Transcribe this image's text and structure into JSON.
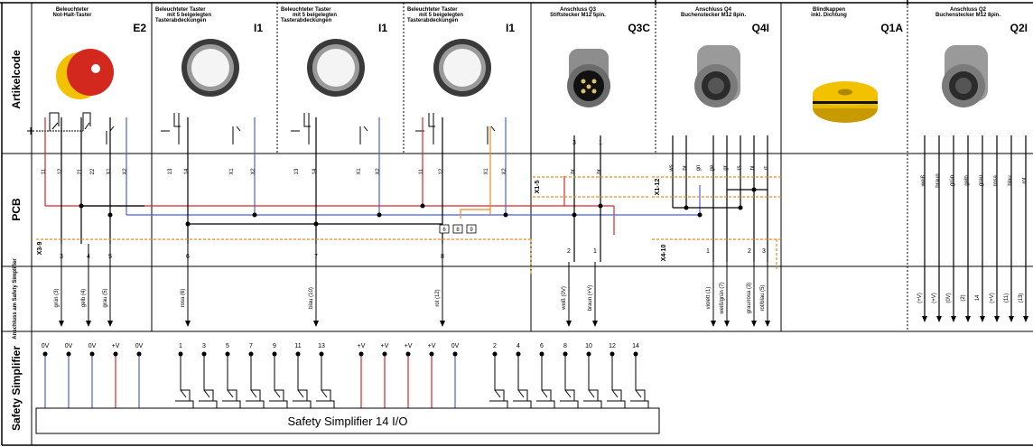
{
  "rows": {
    "artikelcode": "Artikelcode",
    "pcb": "PCB",
    "anschluss": "Anschluss am Safety Simplifier",
    "safety": "Safety Simplifier"
  },
  "columns": [
    {
      "title1": "Beleuchteter",
      "title2": "Not-Halt-Taster",
      "title3": "",
      "code": "E2"
    },
    {
      "title1": "Beleuchteter Taster",
      "title2": "mit 5 beigelegten",
      "title3": "Tasterabdeckungen",
      "code": "I1"
    },
    {
      "title1": "Beleuchteter Taster",
      "title2": "mit 5 beigelegten",
      "title3": "Tasterabdeckungen",
      "code": "I1"
    },
    {
      "title1": "Beleuchteter Taster",
      "title2": "mit 5 beigelegten",
      "title3": "Tasterabdeckungen",
      "code": "I1"
    },
    {
      "title1": "Anschluss Q3",
      "title2": "Stiftstecker M12 5pin.",
      "title3": "",
      "code": "Q3C"
    },
    {
      "title1": "Anschluss Q4",
      "title2": "Buchenstecker M12 8pin.",
      "title3": "",
      "code": "Q4I"
    },
    {
      "title1": "Blindkappen",
      "title2": "inkl. Dichtung",
      "title3": "",
      "code": "Q1A"
    },
    {
      "title1": "Anschluss Q2",
      "title2": "Buchenstecker M12 8pin.",
      "title3": "",
      "code": "Q2I"
    }
  ],
  "pcb": {
    "e2_top": [
      "11",
      "12",
      "21",
      "22",
      "X1",
      "X2"
    ],
    "i1_top": [
      "13",
      "14",
      "X1",
      "X2"
    ],
    "i1_top_b": [
      "13",
      "14",
      "X1",
      "X2"
    ],
    "i1_top_c": [
      "11",
      "12",
      "X1",
      "X2"
    ],
    "q3_top": [
      "3",
      "1"
    ],
    "q3_mid": [
      "br",
      "br"
    ],
    "q4_top": [
      "ws",
      "br",
      "gn",
      "ge",
      "gr",
      "rs",
      "bl",
      "rt"
    ],
    "q2_wires": [
      "weiß",
      "braun",
      "grün",
      "gelb",
      "grau",
      "rosa",
      "blau",
      "rot"
    ],
    "conn_labels": [
      "X1-5",
      "X1-12",
      "X3-9",
      "X4-10"
    ],
    "pins_x3": [
      "3",
      "4",
      "5",
      "6",
      "7",
      "8"
    ],
    "pins_q3": [
      "2",
      "1"
    ],
    "pins_x4": [
      "1",
      "2",
      "3"
    ],
    "bridge": [
      "6",
      "8",
      "9"
    ]
  },
  "anschluss": {
    "e2": [
      "grün (3)",
      "gelb (4)",
      "grau (5)"
    ],
    "i1": [
      "rosa (6)",
      "blau (10)",
      "rot (12)"
    ],
    "q3": [
      "weiß (0V)",
      "braun (+V)"
    ],
    "q4": [
      "violett (1)",
      "weiß/grün (7)",
      "grau/rosa (3)",
      "rot/blau (5)"
    ],
    "q2": [
      "(+V)",
      "(+V)",
      "(0V)",
      "(2)",
      "14",
      "(+V)",
      "(11)",
      "(13)"
    ]
  },
  "safety": {
    "left_terms": [
      "0V",
      "0V",
      "0V",
      "+V",
      "0V"
    ],
    "in_terms": [
      "1",
      "3",
      "5",
      "7",
      "9",
      "11",
      "13"
    ],
    "pow_terms": [
      "+V",
      "+V",
      "+V",
      "+V",
      "0V"
    ],
    "out_terms": [
      "2",
      "4",
      "6",
      "8",
      "10",
      "12",
      "14"
    ],
    "box_label": "Safety Simplifier 14 I/O"
  },
  "colors": {
    "red": "#d9262b",
    "blue": "#4a5fe0",
    "orange": "#f08a1c",
    "yellow": "#f2c200",
    "black": "#000000"
  }
}
